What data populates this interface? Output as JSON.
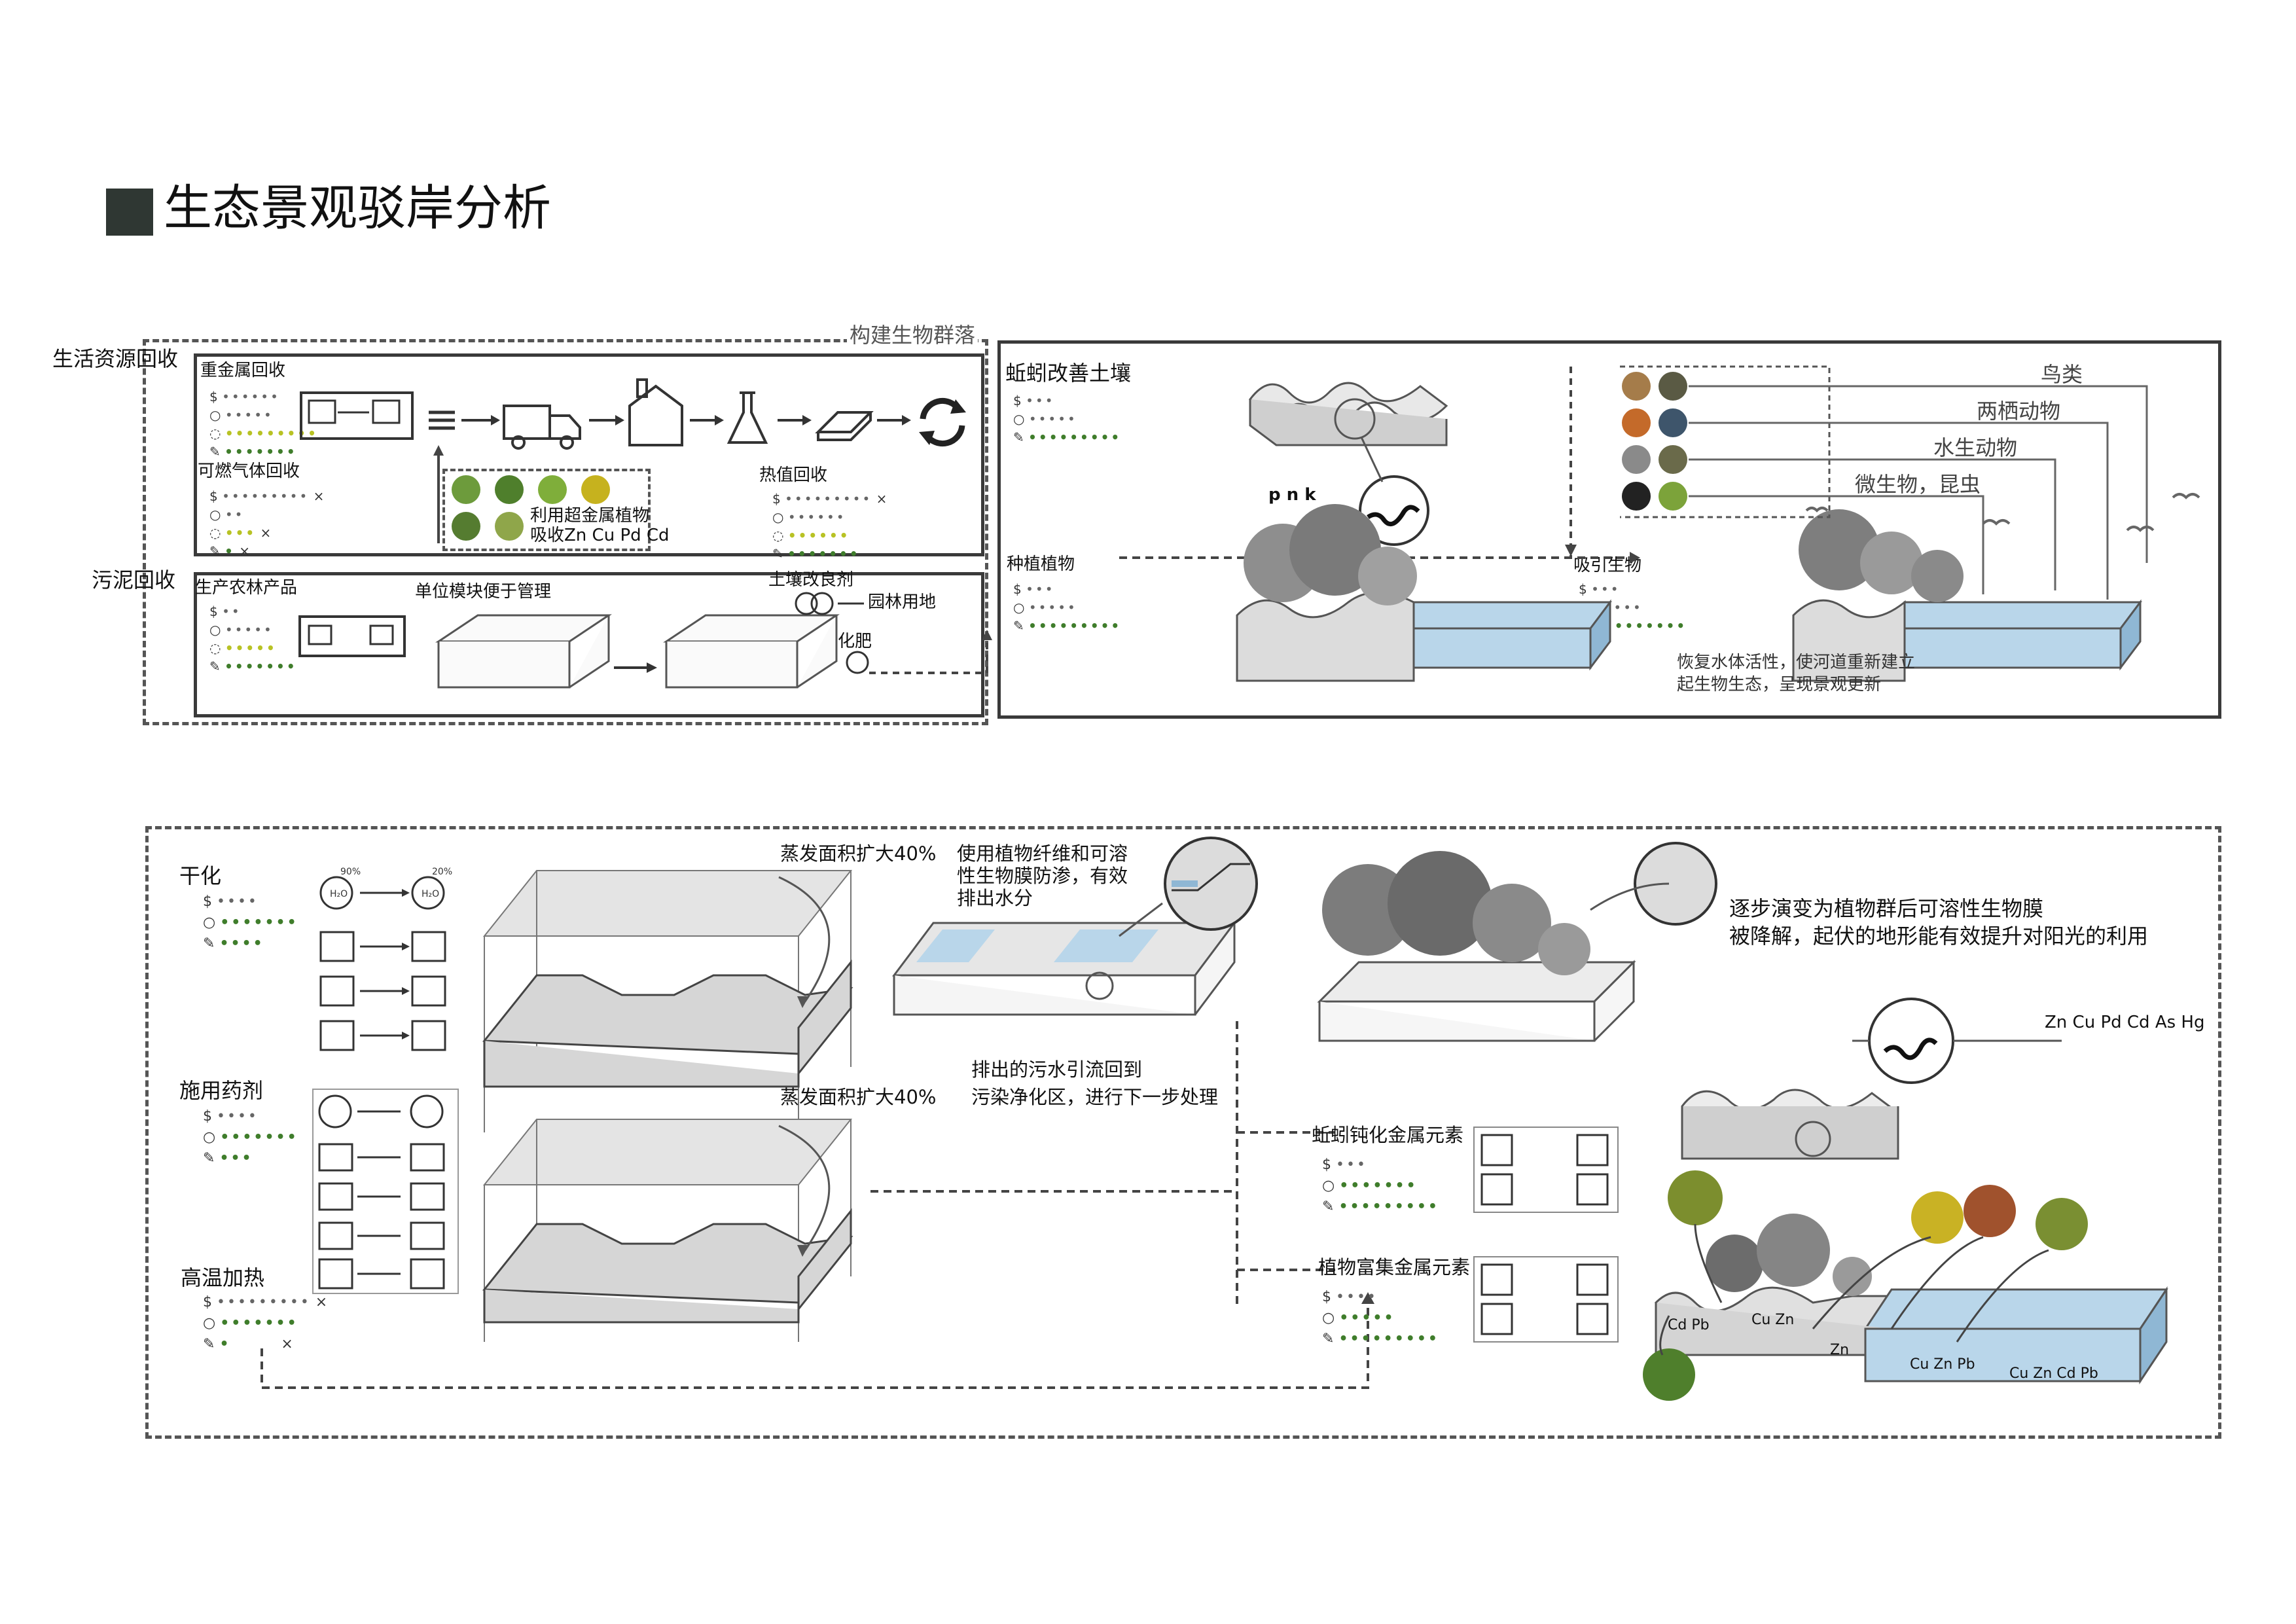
{
  "title": "生态景观驳岸分析",
  "top_left": {
    "group_label": "构建生物群落",
    "row1_label": "生活资源回收",
    "row2_label": "污泥回收",
    "heavy_metal_recovery": "重金属回收",
    "combustible_gas_recovery": "可燃气体回收",
    "heat_recovery": "热值回收",
    "plant_caption_line1": "利用超金属植物",
    "plant_caption_line2": "吸收Zn Cu Pd Cd",
    "agri_forest_products": "生产农林产品",
    "unit_module": "单位模块便于管理",
    "soil_conditioner": "土壤改良剂",
    "garden_land": "园林用地",
    "fertilizer": "化肥"
  },
  "top_right": {
    "earthworm_soil": "蚯蚓改善土壤",
    "plant_vegetation": "种植植物",
    "attract_organisms": "吸引生物",
    "pnk": "p n k",
    "birds": "鸟类",
    "amphibians": "两栖动物",
    "aquatic_animals": "水生动物",
    "microbes_insects": "微生物，昆虫",
    "caption_line1": "恢复水体活性，使河道重新建立",
    "caption_line2": "起生物生态，呈现景观更新"
  },
  "bottom": {
    "drying": "干化",
    "pesticide": "施用药剂",
    "high_temp": "高温加热",
    "evap1": "蒸发面积扩大40%",
    "membrane_line1": "使用植物纤维和可溶",
    "membrane_line2": "性生物膜防渗，有效",
    "membrane_line3": "排出水分",
    "evap2": "蒸发面积扩大40%",
    "drain_line1": "排出的污水引流回到",
    "drain_line2": "污染净化区，进行下一步处理",
    "earthworm_metal": "蚯蚓钝化金属元素",
    "plant_metal": "植物富集金属元素",
    "succession_line1": "逐步演变为植物群后可溶性生物膜",
    "succession_line2": "被降解，起伏的地形能有效提升对阳光的利用",
    "metals": "Zn Cu Pd Cd As Hg",
    "pct": "90%",
    "h2o": "H₂O",
    "cd_pb": "Cd  Pb",
    "cu_zn": "Cu  Zn",
    "zn": "Zn",
    "cu_zn_pb": "Cu  Zn  Pb",
    "cu_zn_cd_pb": "Cu  Zn  Cd  Pb"
  },
  "colors": {
    "water": "#b9d6ea",
    "water_dark": "#8fb7d4",
    "green": "#3f7d2b",
    "lime": "#b8c224",
    "title_square": "#2f3733"
  }
}
